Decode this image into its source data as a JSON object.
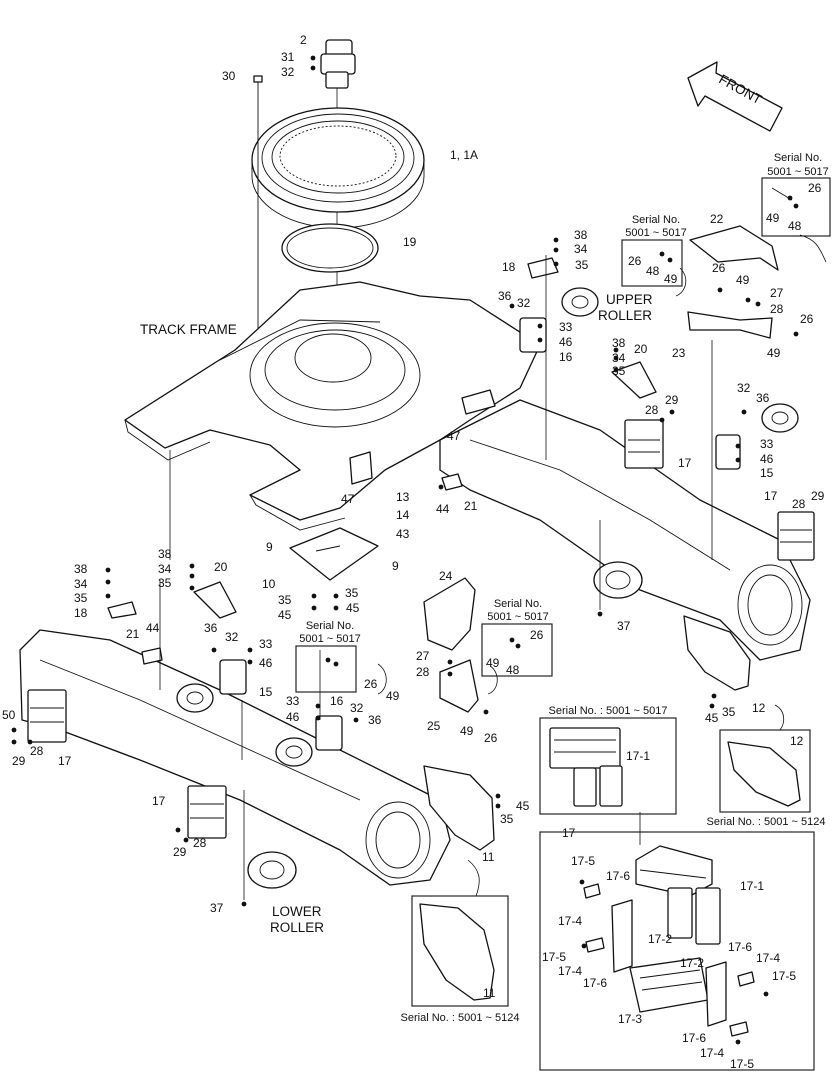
{
  "diagram": {
    "front_label": "FRONT",
    "sections": {
      "track_frame": "TRACK FRAME",
      "upper_roller": [
        "UPPER",
        "ROLLER"
      ],
      "lower_roller": [
        "LOWER",
        "ROLLER"
      ]
    },
    "serial_notes": {
      "top_right": [
        "Serial No.",
        "5001 ~ 5017"
      ],
      "mid_right": [
        "Serial No.",
        "5001 ~ 5017"
      ],
      "center": [
        "Serial No.",
        "5001 ~ 5017"
      ],
      "left": [
        "Serial No.",
        "5001 ~ 5017"
      ],
      "step_box": "Serial No. : 5001 ~ 5017",
      "cover_12": "Serial No. : 5001 ~ 5124",
      "cover_11": "Serial No. : 5001 ~ 5124"
    },
    "part_numbers": {
      "p1_1a": "1, 1A",
      "p2": "2",
      "p9": "9",
      "p10": "10",
      "p11": "11",
      "p12": "12",
      "p13": "13",
      "p14": "14",
      "p15": "15",
      "p16": "16",
      "p17": "17",
      "p17_1": "17-1",
      "p17_2": "17-2",
      "p17_3": "17-3",
      "p17_4": "17-4",
      "p17_5": "17-5",
      "p17_6": "17-6",
      "p18": "18",
      "p19": "19",
      "p20": "20",
      "p21": "21",
      "p22": "22",
      "p23": "23",
      "p24": "24",
      "p25": "25",
      "p26": "26",
      "p27": "27",
      "p28": "28",
      "p29": "29",
      "p30": "30",
      "p31": "31",
      "p32": "32",
      "p33": "33",
      "p34": "34",
      "p35": "35",
      "p36": "36",
      "p37": "37",
      "p38": "38",
      "p43": "43",
      "p44": "44",
      "p45": "45",
      "p46": "46",
      "p47": "47",
      "p48": "48",
      "p49": "49",
      "p50": "50"
    }
  }
}
